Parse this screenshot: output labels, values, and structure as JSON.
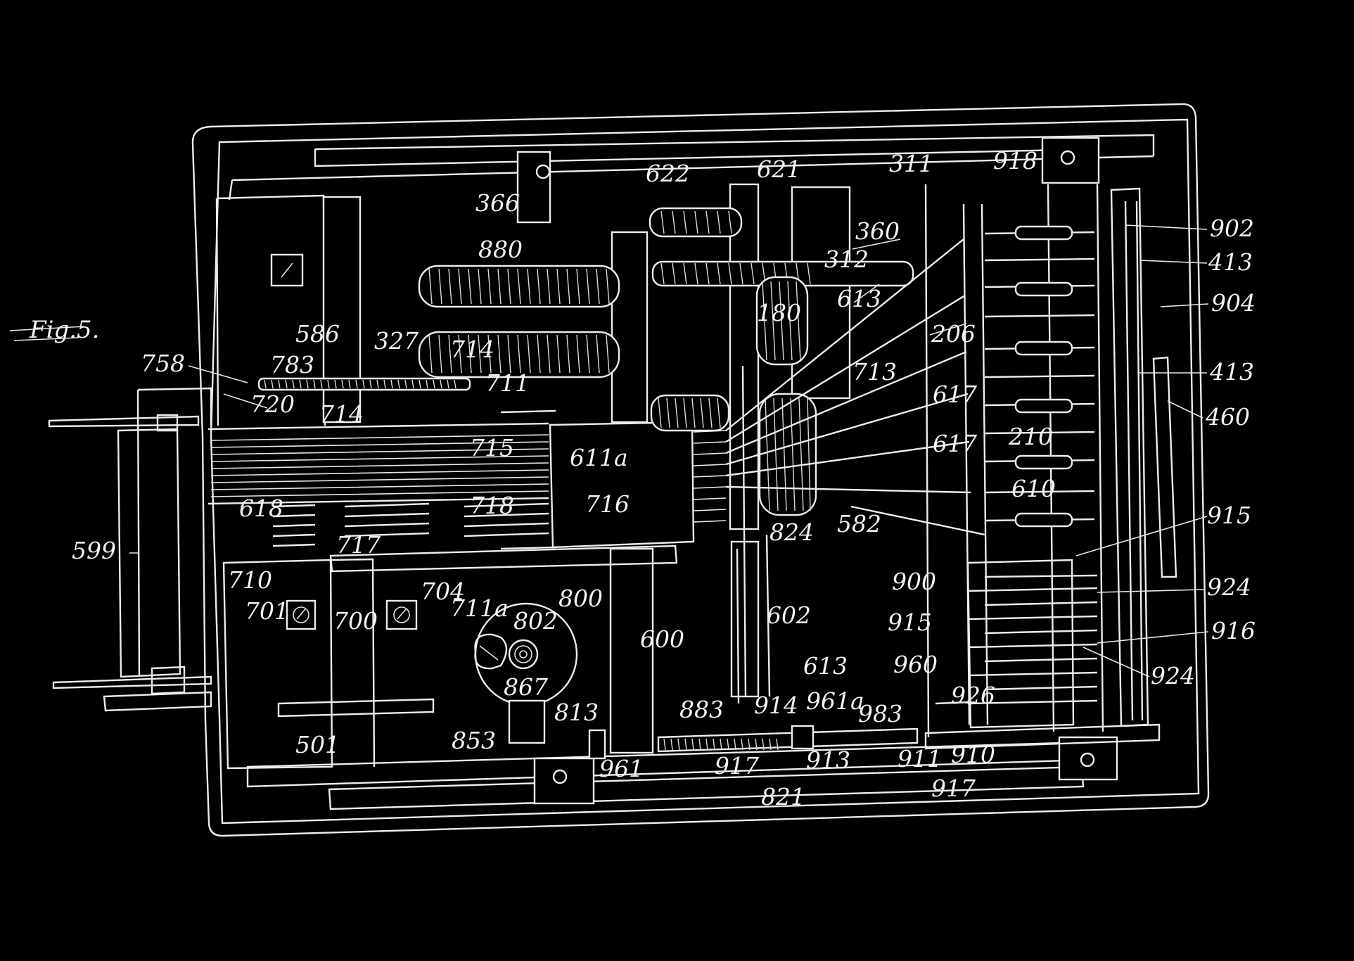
{
  "figure": {
    "title": "Fig.5.",
    "colors": {
      "background": "#000000",
      "linework": "#ececec"
    }
  },
  "reference_labels": [
    "622",
    "621",
    "311",
    "918",
    "366",
    "360",
    "902",
    "880",
    "312",
    "413",
    "904",
    "613",
    "180",
    "586",
    "327",
    "206",
    "758",
    "783",
    "714",
    "713",
    "711",
    "720",
    "714",
    "413",
    "617",
    "460",
    "715",
    "611a",
    "210",
    "617",
    "618",
    "716",
    "718",
    "610",
    "599",
    "717",
    "824",
    "582",
    "915",
    "710",
    "704",
    "711a",
    "800",
    "900",
    "924",
    "701",
    "700",
    "802",
    "600",
    "602",
    "915",
    "916",
    "924",
    "867",
    "613",
    "960",
    "853",
    "813",
    "883",
    "914",
    "961a",
    "983",
    "926",
    "501",
    "961",
    "917",
    "913",
    "911",
    "910",
    "821",
    "917"
  ]
}
